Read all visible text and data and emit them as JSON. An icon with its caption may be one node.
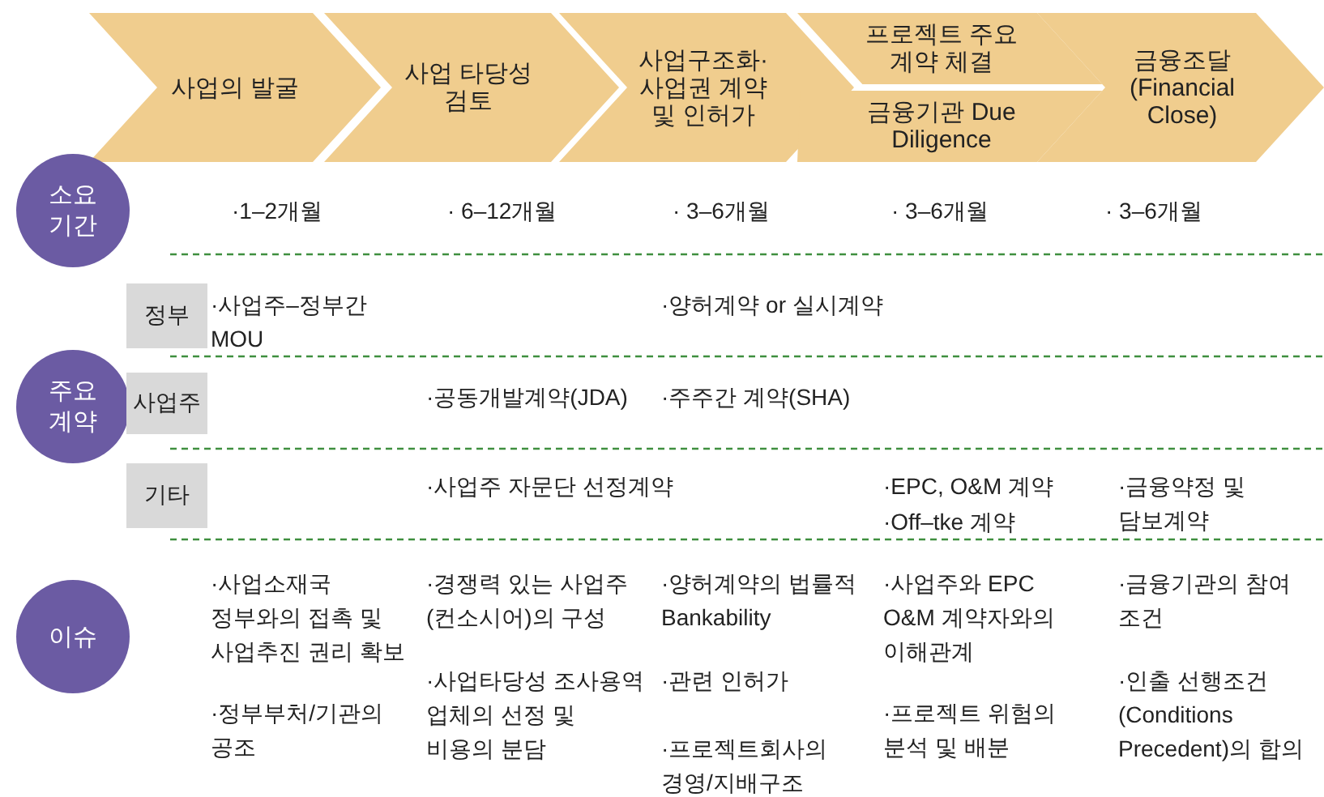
{
  "diagram": {
    "nodes": [
      {
        "text": [
          "사업의 발굴"
        ]
      },
      {
        "text": [
          "사업 타당성 검토"
        ]
      },
      {
        "text": [
          "사업구조화· 사업권 계약 및 인허가"
        ]
      },
      {
        "text": [
          "프로젝트 주요 계약 체결"
        ]
      },
      {
        "text": [
          "금융기관 Due Diligence"
        ]
      },
      {
        "text": [
          "금융조달 (Financial Close)"
        ]
      },
      {
        "text": [
          "소요 기간"
        ]
      },
      {
        "text": [
          "정부"
        ]
      },
      {
        "text": [
          "주요 계약"
        ]
      },
      {
        "text": [
          "사업주"
        ]
      },
      {
        "text": [
          "기타"
        ]
      },
      {
        "text": [
          "이슈"
        ]
      }
    ],
    "labels": [
      "·1–2개월",
      "· 6–12개월",
      "· 3–6개월",
      "· 3–6개월",
      "· 3–6개월",
      "·사업주–정부간 MOU",
      "·양허계약 or 실시계약",
      "·공동개발계약(JDA)",
      "·주주간 계약(SHA)",
      "·사업주 자문단 선정계약",
      "·EPC, O&M 계약",
      "·Off–tke 계약",
      "·금융약정 및 담보계약",
      "·사업소재국 정부와의 접촉 및 사업추진 권리 확보",
      "·정부부처/기관의 공조",
      "·경쟁력 있는 사업주 (컨소시어)의 구성",
      "·사업타당성 조사용역 업체의 선정 및 비용의 분담",
      "·양허계약의 법률적 Bankability",
      "·관련 인허가",
      "·프로젝트회사의 경영/지배구조",
      "·사업주와 EPC O&M 계약자와의 이해관계",
      "·프로젝트 위험의 분석 및 배분",
      "·금융기관의 참여 조건",
      "·인출 선행조건 (Conditions Precedent)의 합의"
    ]
  }
}
